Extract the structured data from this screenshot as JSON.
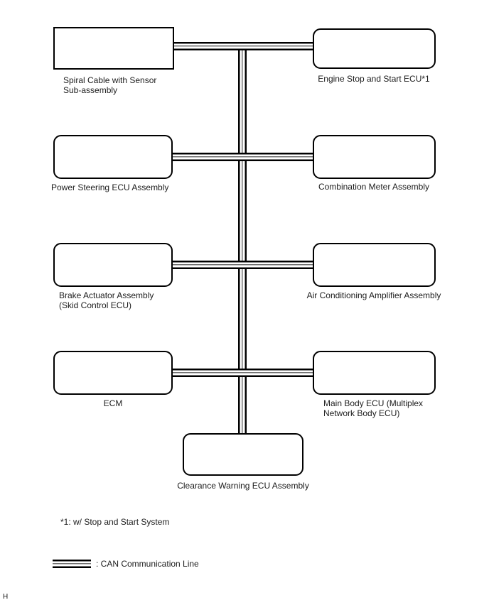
{
  "nodes": [
    {
      "id": "spiral-cable",
      "label": "Spiral Cable with Sensor\nSub-assembly"
    },
    {
      "id": "engine-stop-start-ecu",
      "label": "Engine Stop and Start ECU*1"
    },
    {
      "id": "power-steering-ecu",
      "label": "Power Steering ECU Assembly"
    },
    {
      "id": "combination-meter",
      "label": "Combination Meter Assembly"
    },
    {
      "id": "brake-actuator",
      "label": "Brake Actuator Assembly\n(Skid Control ECU)"
    },
    {
      "id": "ac-amplifier",
      "label": "Air Conditioning Amplifier Assembly"
    },
    {
      "id": "ecm",
      "label": "ECM"
    },
    {
      "id": "main-body-ecu",
      "label": "Main Body ECU (Multiplex\nNetwork Body ECU)"
    },
    {
      "id": "clearance-warning-ecu",
      "label": "Clearance Warning ECU Assembly"
    }
  ],
  "footnote": "*1: w/ Stop and Start System",
  "legend": {
    "symbol": "can-communication-line",
    "label": ": CAN Communication Line"
  },
  "page": {
    "marker": "H"
  },
  "colors": {
    "line": "#000000",
    "line_middle": "#707070",
    "background": "#ffffff",
    "text": "#1c1c1c"
  }
}
